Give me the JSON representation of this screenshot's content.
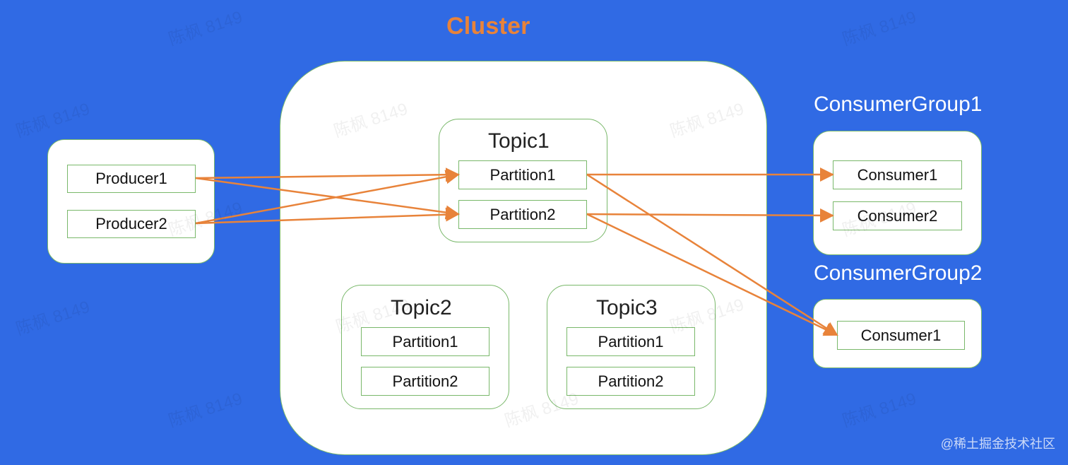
{
  "title": "Cluster",
  "producers": [
    {
      "label": "Producer1"
    },
    {
      "label": "Producer2"
    }
  ],
  "topics": [
    {
      "name": "Topic1",
      "partitions": [
        "Partition1",
        "Partition2"
      ]
    },
    {
      "name": "Topic2",
      "partitions": [
        "Partition1",
        "Partition2"
      ]
    },
    {
      "name": "Topic3",
      "partitions": [
        "Partition1",
        "Partition2"
      ]
    }
  ],
  "consumer_groups": [
    {
      "name": "ConsumerGroup1",
      "consumers": [
        "Consumer1",
        "Consumer2"
      ]
    },
    {
      "name": "ConsumerGroup2",
      "consumers": [
        "Consumer1"
      ]
    }
  ],
  "watermark_text": "陈枫 8149",
  "credit_text": "@稀土掘金技术社区",
  "colors": {
    "background": "#306ae4",
    "panel": "#ffffff",
    "border": "#79b86a",
    "accent": "#e8833a",
    "text": "#111111"
  }
}
